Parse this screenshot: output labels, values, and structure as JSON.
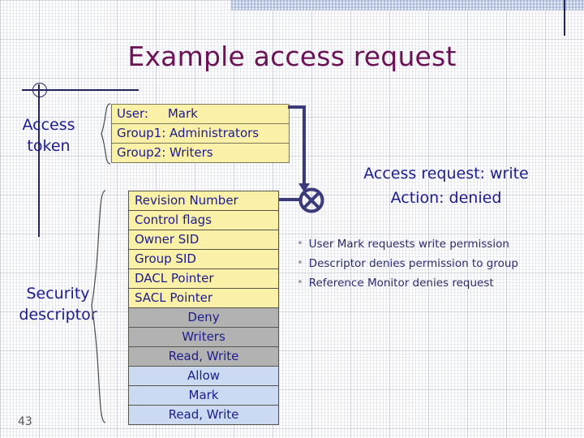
{
  "slide": {
    "title": "Example access request",
    "page_number": "43",
    "colors": {
      "title": "#6b1155",
      "text_blue": "#1c1c8c",
      "token_fill": "#faf0a8",
      "deny_fill": "#b2b2b2",
      "allow_fill": "#ccd9f2",
      "connector": "#3b3b7a",
      "top_band": "#e8edf7"
    }
  },
  "access_token": {
    "label": "Access\ntoken",
    "label_line1": "Access",
    "label_line2": "token",
    "rows": [
      "User:     Mark",
      "Group1: Administrators",
      "Group2: Writers"
    ]
  },
  "security_descriptor": {
    "label_line1": "Security",
    "label_line2": "descriptor",
    "rows": [
      {
        "text": "Revision Number",
        "style": "yellow"
      },
      {
        "text": "Control flags",
        "style": "yellow"
      },
      {
        "text": "Owner SID",
        "style": "yellow"
      },
      {
        "text": "Group SID",
        "style": "yellow"
      },
      {
        "text": "DACL Pointer",
        "style": "yellow"
      },
      {
        "text": "SACL Pointer",
        "style": "yellow"
      },
      {
        "text": "Deny",
        "style": "gray"
      },
      {
        "text": "Writers",
        "style": "gray"
      },
      {
        "text": "Read, Write",
        "style": "gray"
      },
      {
        "text": "Allow",
        "style": "blue"
      },
      {
        "text": "Mark",
        "style": "blue"
      },
      {
        "text": "Read, Write",
        "style": "blue"
      }
    ]
  },
  "reference_monitor": {
    "icon": "circle-x-icon"
  },
  "result": {
    "line1": "Access request: write",
    "line2": "Action: denied"
  },
  "bullets": [
    "User Mark requests write permission",
    "Descriptor denies permission to group",
    "Reference Monitor denies request"
  ]
}
